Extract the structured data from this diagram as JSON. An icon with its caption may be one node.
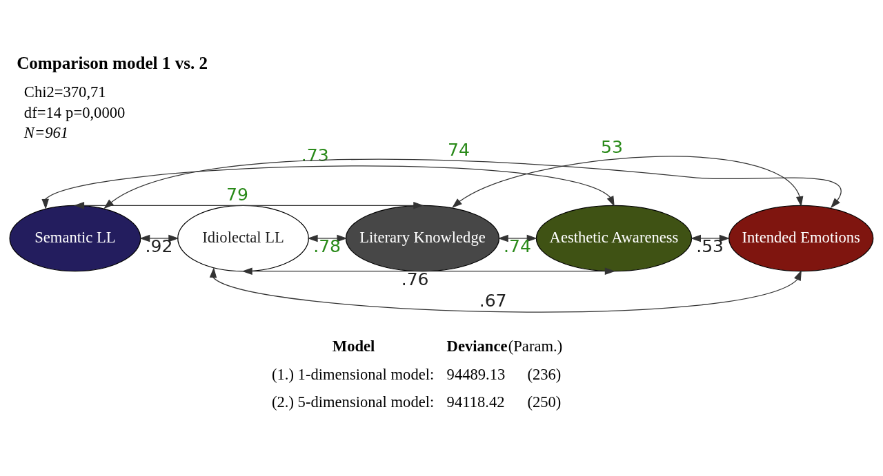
{
  "diagram": {
    "title": "Comparison model 1 vs. 2",
    "nodes": [
      {
        "text": [
          "Semantic LL"
        ]
      },
      {
        "text": [
          "Idiolectal LL"
        ]
      },
      {
        "text": [
          "Literary Knowledge"
        ]
      },
      {
        "text": [
          "Aesthetic Awareness"
        ]
      },
      {
        "text": [
          "Intended Emotions"
        ]
      }
    ],
    "edges": [
      {
        "from": 0,
        "to": 1,
        "arrow": "both",
        "label": ".92"
      },
      {
        "from": 0,
        "to": 2,
        "arrow": "both",
        "label": "79"
      },
      {
        "from": 0,
        "to": 3,
        "arrow": "both",
        "label": ".73"
      },
      {
        "from": 0,
        "to": 4,
        "arrow": "both",
        "label": "74"
      },
      {
        "from": 1,
        "to": 2,
        "arrow": "both",
        "label": ".78"
      },
      {
        "from": 1,
        "to": 3,
        "arrow": "both",
        "label": ".76"
      },
      {
        "from": 1,
        "to": 4,
        "arrow": "both",
        "label": ".67"
      },
      {
        "from": 2,
        "to": 3,
        "arrow": "both",
        "label": ".74"
      },
      {
        "from": 2,
        "to": 4,
        "arrow": "both",
        "label": "53"
      },
      {
        "from": 3,
        "to": 4,
        "arrow": "both",
        "label": ".53"
      }
    ],
    "labels": [
      "Chi2=370,71",
      "df=14",
      "p=0,0000",
      "N=961",
      "Model",
      "Deviance",
      "(Param.)",
      "(1.) 1-dimensional model:",
      "94489.13",
      "(236)",
      "(2.) 5-dimensional model:",
      "94118.42",
      "(250)"
    ]
  }
}
